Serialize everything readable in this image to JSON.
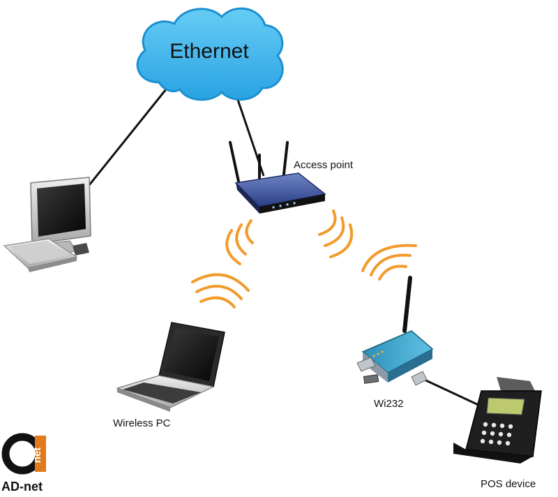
{
  "diagram": {
    "network": {
      "label": "Ethernet"
    },
    "devices": {
      "access_point": {
        "label": "Access point"
      },
      "wireless_pc": {
        "label": "Wireless PC"
      },
      "wi232": {
        "label": "Wi232"
      },
      "pos": {
        "label": "POS device"
      },
      "desktop_pc": {
        "label": ""
      }
    },
    "logo": {
      "mark": "net",
      "text": "AD-net"
    }
  },
  "colors": {
    "cloud_fill": "#3fb8ee",
    "cloud_edge": "#1b8fd0",
    "wave": "#f29b2a",
    "cable": "#111111",
    "logo_accent": "#e07a1d"
  }
}
